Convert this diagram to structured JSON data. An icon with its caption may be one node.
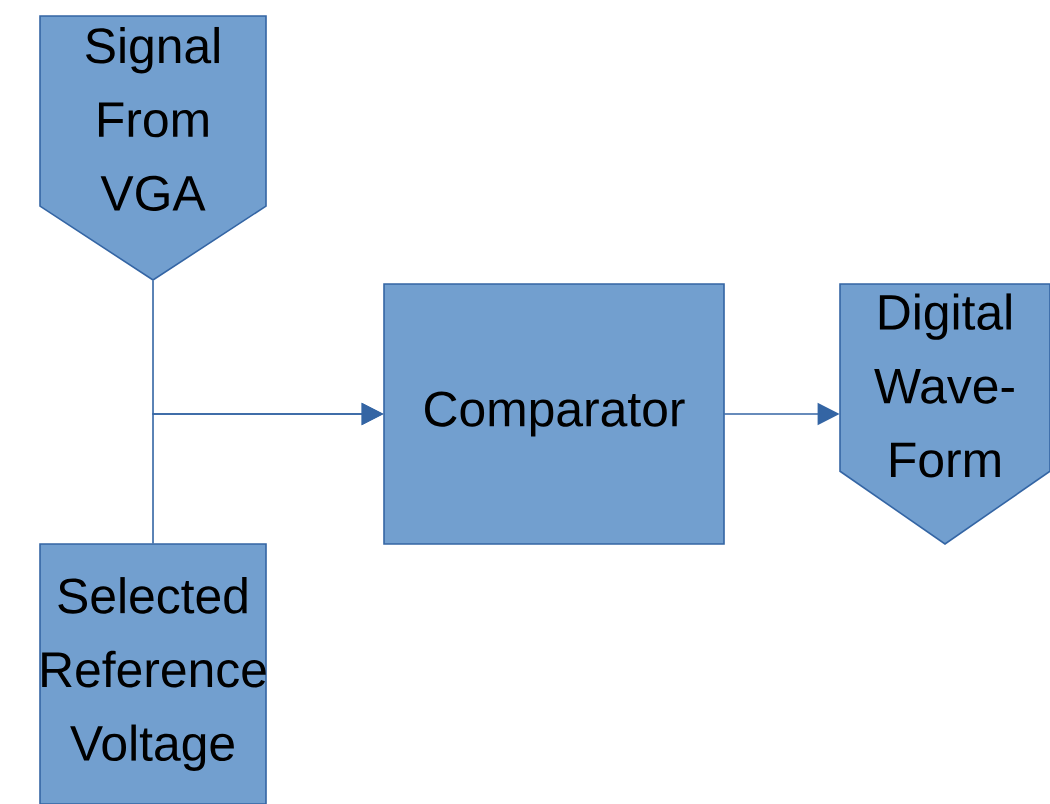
{
  "diagram": {
    "nodes": [
      {
        "text": [
          "Signal From VGA"
        ]
      },
      {
        "text": [
          "Selected Reference Voltage"
        ]
      },
      {
        "text": [
          "Comparator"
        ]
      },
      {
        "text": [
          "Digital Wave-Form"
        ]
      }
    ],
    "edges": [
      {
        "from": 0,
        "to": 2,
        "arrow": "to"
      },
      {
        "from": 1,
        "to": 2,
        "arrow": "to"
      },
      {
        "from": 2,
        "to": 3,
        "arrow": "to"
      }
    ]
  }
}
